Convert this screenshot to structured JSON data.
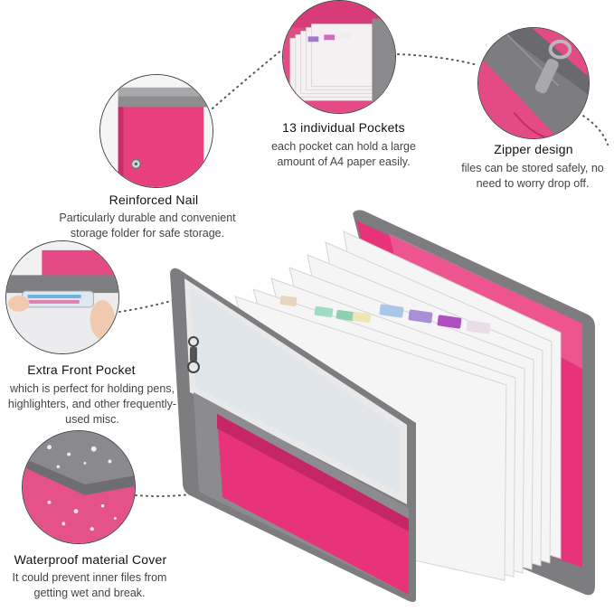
{
  "features": {
    "pockets": {
      "title": "13 individual Pockets",
      "desc": "each pocket can hold a large amount of A4 paper easily."
    },
    "zipper": {
      "title": "Zipper design",
      "desc": "files can be stored safely, no need to worry drop off."
    },
    "nail": {
      "title": "Reinforced Nail",
      "desc": "Particularly durable and convenient storage folder for safe storage."
    },
    "front_pocket": {
      "title": "Extra Front Pocket",
      "desc": "which is perfect for holding pens, highlighters, and other frequently-used misc."
    },
    "waterproof": {
      "title": "Waterproof material Cover",
      "desc": "It could prevent inner files from getting wet and break."
    }
  },
  "colors": {
    "pink": "#e8327a",
    "pink_light": "#f06a9e",
    "gray": "#7d7d80",
    "gray_dark": "#5c5c60"
  },
  "icons": [
    "zipper-pull-icon"
  ]
}
